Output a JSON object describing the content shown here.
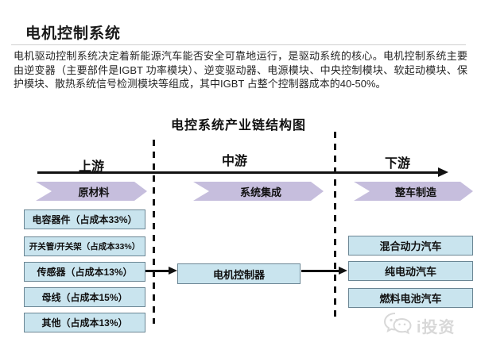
{
  "page": {
    "title": "电机控制系统",
    "intro": "电机驱动控制系统决定着新能源汽车能否安全可靠地运行，是驱动系统的核心。电机控制系统主要由逆变器（主要部件是IGBT 功率模块）、逆变驱动器、电源模块、中央控制模块、软起动模块、保护模块、散热系统信号检测模块等组成，其中IGBT 占整个控制器成本的40-50%。"
  },
  "diagram": {
    "title": "电控系统产业链结构图",
    "stages": [
      {
        "label": "上游",
        "chevron": "原材料"
      },
      {
        "label": "中游",
        "chevron": "系统集成"
      },
      {
        "label": "下游",
        "chevron": "整车制造"
      }
    ],
    "upstream_components": [
      "电容器件（占成本33%）",
      "开关管/开关架（占成本33%）",
      "传感器（占成本13%）",
      "母线（占成本15%）",
      "其他（占成本13%）"
    ],
    "midstream_component": "电机控制器",
    "downstream_products": [
      "混合动力汽车",
      "纯电动汽车",
      "燃料电池汽车"
    ],
    "colors": {
      "chevron_fill": "#c6bedd",
      "box_fill": "#c9e4ee",
      "box_border": "#6b8694",
      "line": "#141414"
    }
  },
  "watermark": {
    "text": "i投资"
  }
}
